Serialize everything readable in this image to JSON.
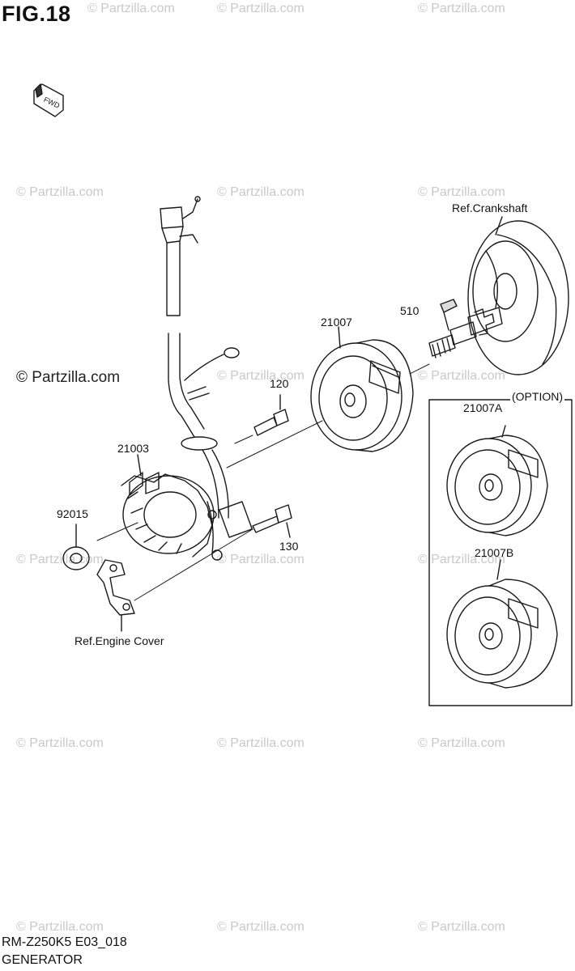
{
  "figure": {
    "title": "FIG.18",
    "fwd_label": "FWD"
  },
  "watermarks": {
    "text": "© Partzilla.com",
    "main": "© Partzilla.com"
  },
  "parts": {
    "ref_crankshaft": "Ref.Crankshaft",
    "p510": "510",
    "p21007": "21007",
    "p120": "120",
    "p21003": "21003",
    "p92015": "92015",
    "p130": "130",
    "ref_engine_cover": "Ref.Engine Cover",
    "option": "(OPTION)",
    "p21007A": "21007A",
    "p21007B": "21007B"
  },
  "footer": {
    "model_code": "RM-Z250K5 E03_018",
    "section": "GENERATOR"
  },
  "colors": {
    "line": "#1a1a1a",
    "watermark": "#c9c9c9"
  }
}
